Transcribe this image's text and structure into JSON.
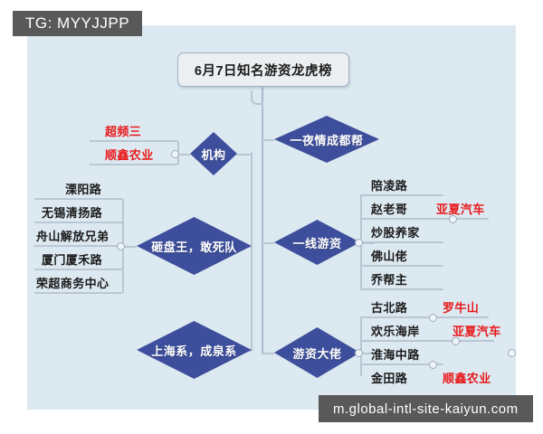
{
  "watermarks": {
    "top_left": "TG: MYYJJPP",
    "bottom_right": "m.global-intl-site-kaiyun.com"
  },
  "colors": {
    "canvas_bg": "#dde9f1",
    "diamond": "#3d4f9c",
    "line": "#b9c7d4",
    "red_text": "#e8191a",
    "watermark_bg": "#595959"
  },
  "mindmap": {
    "title": "6月7日知名游资龙虎榜",
    "branches": {
      "institution": {
        "diamond": "机构",
        "stocks": [
          "超频三",
          "顺鑫农业"
        ]
      },
      "chengdu_gang": {
        "diamond": "一夜情成都帮"
      },
      "smash_squad": {
        "diamond": "砸盘王，敢死队",
        "seats": [
          "溧阳路",
          "无锡清扬路",
          "舟山解放兄弟",
          "厦门厦禾路",
          "荣超商务中心"
        ]
      },
      "first_tier": {
        "diamond": "一线游资",
        "traders": [
          {
            "name": "陪凌路",
            "stock": ""
          },
          {
            "name": "赵老哥",
            "stock": "亚夏汽车"
          },
          {
            "name": "炒股养家",
            "stock": ""
          },
          {
            "name": "佛山佬",
            "stock": ""
          },
          {
            "name": "乔帮主",
            "stock": ""
          }
        ]
      },
      "shanghai_chengquan": {
        "diamond": "上海系，成泉系"
      },
      "big_players": {
        "diamond": "游资大佬",
        "traders": [
          {
            "name": "古北路",
            "stock": "罗牛山"
          },
          {
            "name": "欢乐海岸",
            "stock": "亚夏汽车"
          },
          {
            "name": "淮海中路",
            "stock": ""
          },
          {
            "name": "金田路",
            "stock": "顺鑫农业"
          }
        ]
      }
    }
  }
}
